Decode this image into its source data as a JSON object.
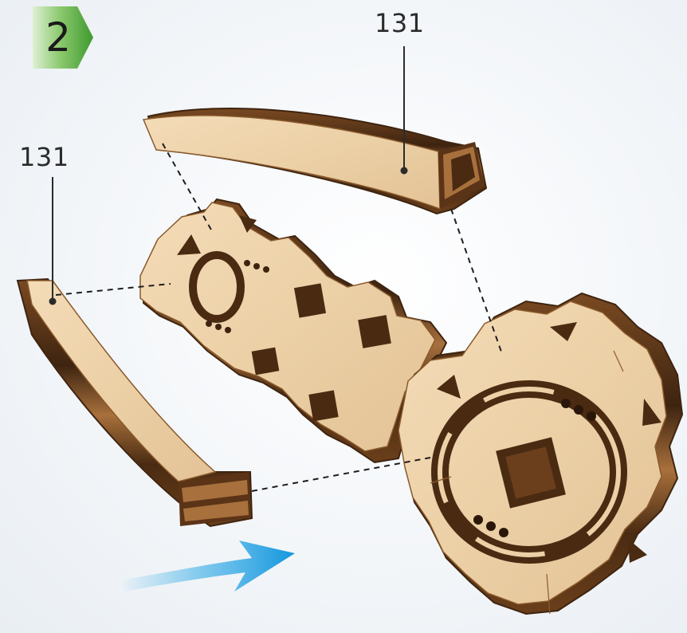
{
  "step": {
    "number": "2",
    "badge_color": "#3f9a2f"
  },
  "callouts": [
    {
      "id": "top",
      "label": "131"
    },
    {
      "id": "left",
      "label": "131"
    }
  ],
  "colors": {
    "wood_light": "#efd4ad",
    "wood_mid": "#d9b184",
    "wood_dark": "#5b3417",
    "wood_shadow": "#3e2410",
    "arrow": "#29a8e6"
  },
  "icons": {
    "direction_arrow": "right-arrow-icon",
    "step_badge": "green-chevron-badge"
  }
}
